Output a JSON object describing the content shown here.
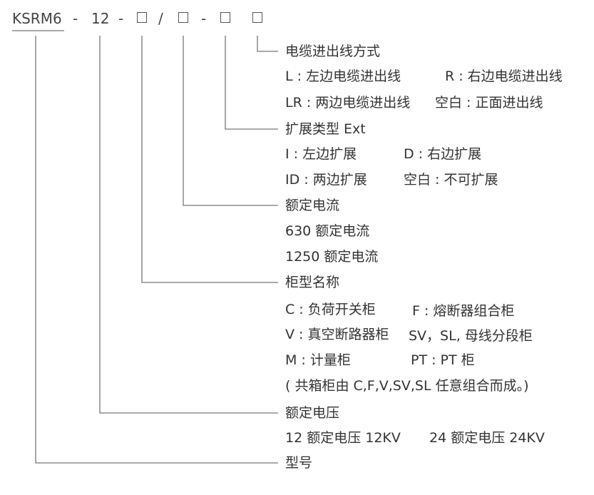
{
  "model_code": {
    "prefix": "KSRM6",
    "voltage": "12",
    "dash": "-",
    "slash": "/",
    "box": "□"
  },
  "sections": {
    "outlet": {
      "title": "电缆进出线方式",
      "opts": [
        "L : 左边电缆进出线",
        "R : 右边电缆进出线",
        "LR : 两边电缆进出线",
        "空白 : 正面进出线"
      ]
    },
    "ext": {
      "title": "扩展类型 Ext",
      "opts": [
        "I : 左边扩展",
        "D : 右边扩展",
        "ID : 两边扩展",
        "空白 : 不可扩展"
      ]
    },
    "current": {
      "title": "额定电流",
      "opts": [
        "630 额定电流",
        "1250 额定电流"
      ]
    },
    "cabinet": {
      "title": "柜型名称",
      "opts": [
        "C : 负荷开关柜",
        "F : 熔断器组合柜",
        "V : 真空断路器柜",
        "SV，SL, 母线分段柜",
        "M : 计量柜",
        "PT : PT 柜",
        "( 共箱柜由 C,F,V,SV,SL 任意组合而成。)"
      ]
    },
    "voltage": {
      "title": "额定电压",
      "opts": [
        "12 额定电压 12KV",
        "24 额定电压 24KV"
      ]
    },
    "model": {
      "title": "型号"
    }
  }
}
